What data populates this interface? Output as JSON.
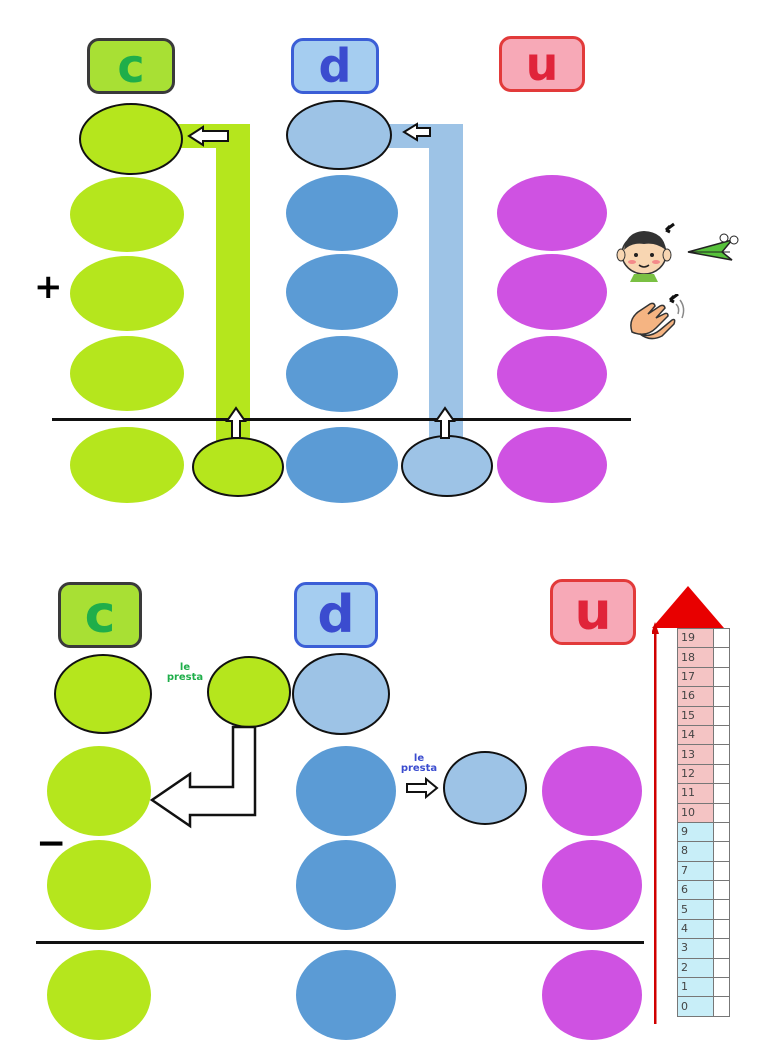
{
  "top": {
    "headers": {
      "c": "c",
      "d": "d",
      "u": "u"
    },
    "sign": "+"
  },
  "bottom": {
    "headers": {
      "c": "c",
      "d": "d",
      "u": "u"
    },
    "sign": "−",
    "lend_label_1": [
      "le",
      "presta"
    ],
    "lend_label_2": [
      "le",
      "presta"
    ]
  },
  "number_line": {
    "values": [
      "19",
      "18",
      "17",
      "16",
      "15",
      "14",
      "13",
      "12",
      "11",
      "10",
      "9",
      "8",
      "7",
      "6",
      "5",
      "4",
      "3",
      "2",
      "1",
      "0"
    ],
    "colors": {
      "upper": "#f4c4c4",
      "lower": "#c8eef8",
      "arrow": "#e00000"
    }
  },
  "colors": {
    "hundreds": "#b5e61d",
    "tens": "#5b9bd5",
    "tens_light": "#9dc3e6",
    "units": "#cf52e2"
  },
  "icons": [
    "child-listening-icon",
    "hands-clapping-icon"
  ]
}
